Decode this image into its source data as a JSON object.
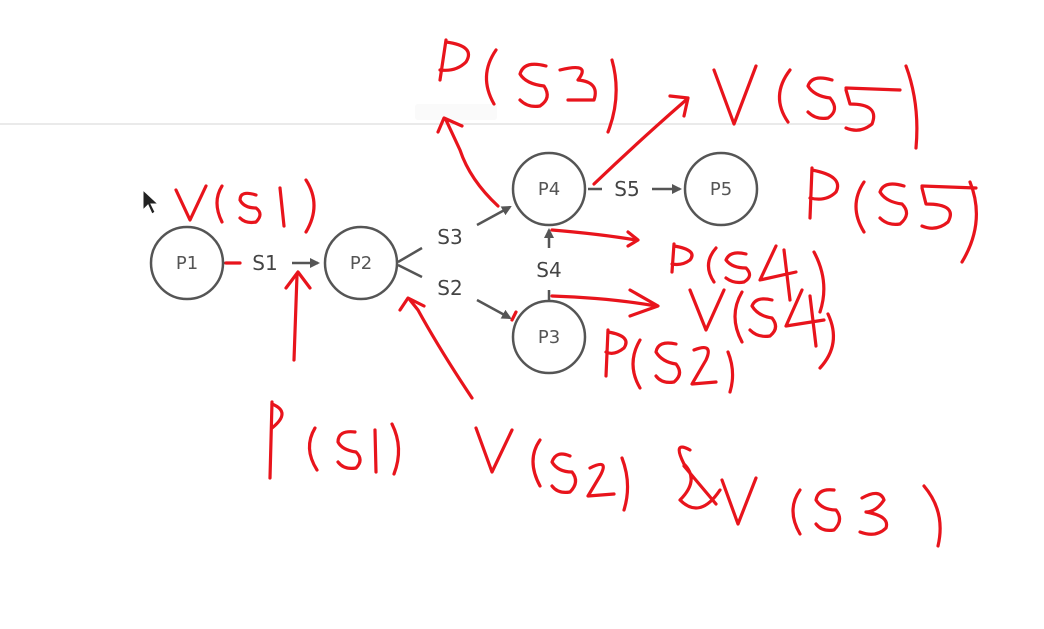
{
  "diagram": {
    "nodes": [
      {
        "id": "P1",
        "label": "P1"
      },
      {
        "id": "P2",
        "label": "P2"
      },
      {
        "id": "P3",
        "label": "P3"
      },
      {
        "id": "P4",
        "label": "P4"
      },
      {
        "id": "P5",
        "label": "P5"
      }
    ],
    "edges": [
      {
        "from": "P1",
        "to": "P2",
        "label": "S1"
      },
      {
        "from": "P2",
        "to": "P4",
        "label": "S3"
      },
      {
        "from": "P2",
        "to": "P3",
        "label": "S2"
      },
      {
        "from": "P3",
        "to": "P4",
        "label": "S4"
      },
      {
        "from": "P4",
        "to": "P5",
        "label": "S5"
      }
    ]
  },
  "annotations": {
    "color": "#e8141c",
    "handwritten": [
      "V(S1)",
      "P(S1)",
      "V(S2) & V(S3)",
      "P(S3)",
      "V(S5)",
      "P(S5)",
      "P(S4)",
      "V(S4)",
      "P(S2)"
    ]
  },
  "colors": {
    "node_stroke": "#555555",
    "arrow": "#555555",
    "ink": "#e8141c"
  }
}
